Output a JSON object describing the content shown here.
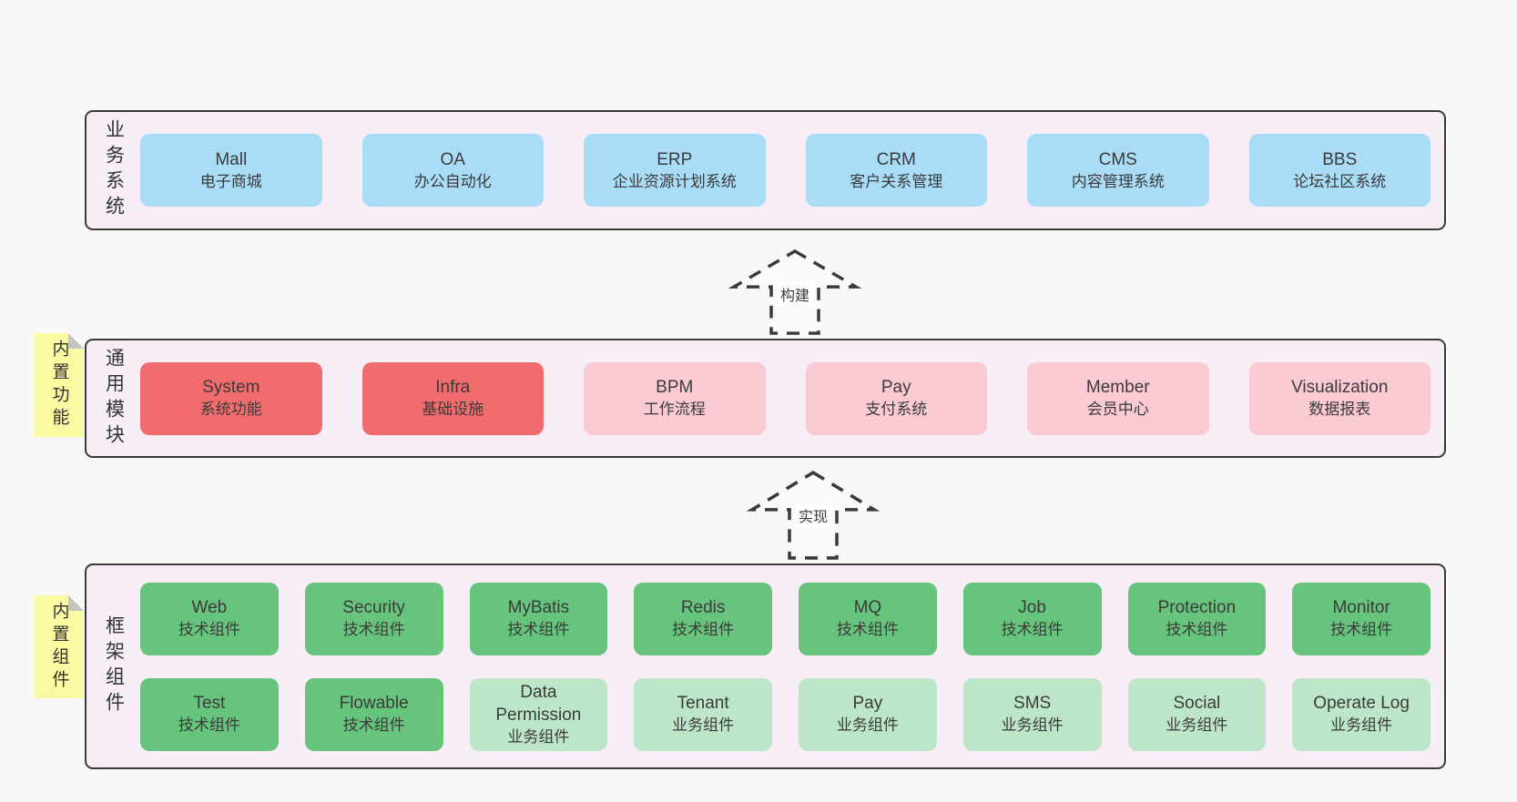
{
  "colors": {
    "page_bg": "#f8f8f8",
    "panel_bg": "#f7edf6",
    "panel_border": "#3a3a3a",
    "blue_box": "#a9dcf7",
    "red_box": "#f16c6d",
    "pink_box": "#facad3",
    "green_box": "#66c47d",
    "light_green_box": "#bde5c8",
    "note_yellow": "#fafaa2",
    "note_fold_gray": "#c4c4c4",
    "arrow_dash": "#3a3a3a",
    "text": "#3b3b3b"
  },
  "arrows": [
    {
      "label": "构建"
    },
    {
      "label": "实现"
    }
  ],
  "layers": {
    "business": {
      "label": "业务系统",
      "boxes": [
        {
          "en": "Mall",
          "zh": "电子商城"
        },
        {
          "en": "OA",
          "zh": "办公自动化"
        },
        {
          "en": "ERP",
          "zh": "企业资源计划系统"
        },
        {
          "en": "CRM",
          "zh": "客户关系管理"
        },
        {
          "en": "CMS",
          "zh": "内容管理系统"
        },
        {
          "en": "BBS",
          "zh": "论坛社区系统"
        }
      ]
    },
    "modules": {
      "label": "通用模块",
      "note": "内置功能",
      "boxes": [
        {
          "en": "System",
          "zh": "系统功能"
        },
        {
          "en": "Infra",
          "zh": "基础设施"
        },
        {
          "en": "BPM",
          "zh": "工作流程"
        },
        {
          "en": "Pay",
          "zh": "支付系统"
        },
        {
          "en": "Member",
          "zh": "会员中心"
        },
        {
          "en": "Visualization",
          "zh": "数据报表"
        }
      ]
    },
    "framework": {
      "label": "框架组件",
      "note": "内置组件",
      "rows": [
        [
          {
            "en": "Web",
            "zh": "技术组件"
          },
          {
            "en": "Security",
            "zh": "技术组件"
          },
          {
            "en": "MyBatis",
            "zh": "技术组件"
          },
          {
            "en": "Redis",
            "zh": "技术组件"
          },
          {
            "en": "MQ",
            "zh": "技术组件"
          },
          {
            "en": "Job",
            "zh": "技术组件"
          },
          {
            "en": "Protection",
            "zh": "技术组件"
          },
          {
            "en": "Monitor",
            "zh": "技术组件"
          }
        ],
        [
          {
            "en": "Test",
            "zh": "技术组件"
          },
          {
            "en": "Flowable",
            "zh": "技术组件"
          },
          {
            "en": "Data Permission",
            "zh": "业务组件"
          },
          {
            "en": "Tenant",
            "zh": "业务组件"
          },
          {
            "en": "Pay",
            "zh": "业务组件"
          },
          {
            "en": "SMS",
            "zh": "业务组件"
          },
          {
            "en": "Social",
            "zh": "业务组件"
          },
          {
            "en": "Operate Log",
            "zh": "业务组件"
          }
        ]
      ]
    }
  }
}
